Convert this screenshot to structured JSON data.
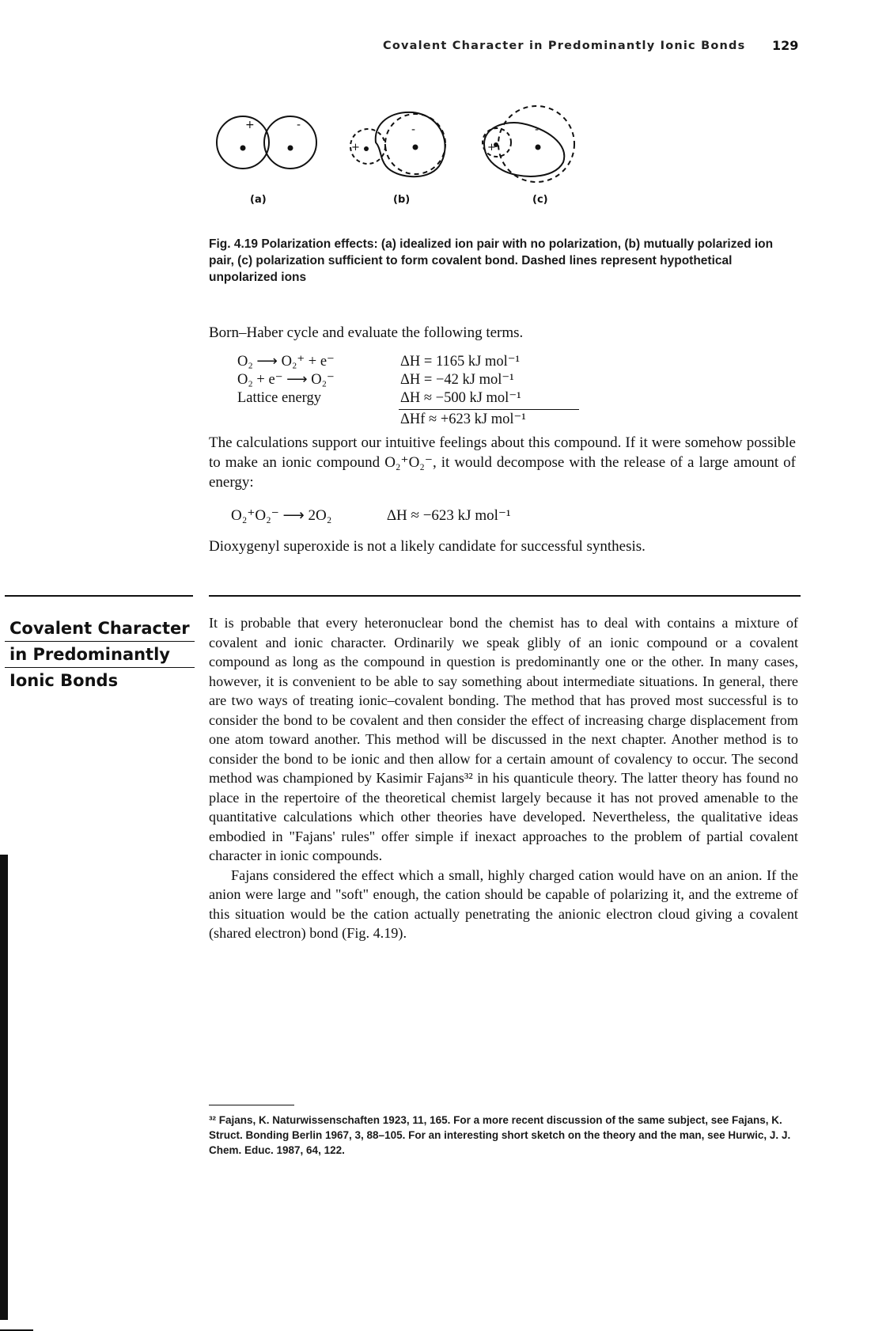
{
  "running_head": "Covalent Character in Predominantly Ionic Bonds",
  "page_number": "129",
  "figure": {
    "panels": [
      "(a)",
      "(b)",
      "(c)"
    ],
    "charges": {
      "plus": "+",
      "minus": "-"
    },
    "caption_label": "Fig. 4.19",
    "caption_text": " Polarization effects: (a) idealized ion pair with no polarization, (b) mutually polarized ion pair, (c) polarization sufficient to form covalent bond. Dashed lines represent hypothetical unpolarized ions"
  },
  "intro_text": "Born–Haber cycle and evaluate the following terms.",
  "equations": [
    {
      "reaction": "O₂ ⟶ O₂⁺ + e⁻",
      "enthalpy": "ΔH =  1165 kJ mol⁻¹"
    },
    {
      "reaction": "O₂ + e⁻ ⟶ O₂⁻",
      "enthalpy": "ΔH =  −42 kJ mol⁻¹"
    },
    {
      "reaction": "Lattice energy",
      "enthalpy": "ΔH ≈ −500 kJ mol⁻¹"
    },
    {
      "reaction": "",
      "enthalpy": "ΔHf ≈ +623 kJ mol⁻¹"
    }
  ],
  "para1": "The calculations support our intuitive feelings about this compound. If it were somehow possible to make an ionic compound O₂⁺O₂⁻, it would decompose with the release of a large amount of energy:",
  "eq2_reaction": "O₂⁺O₂⁻ ⟶ 2O₂",
  "eq2_enthalpy": "ΔH ≈ −623 kJ mol⁻¹",
  "conclusion": "Dioxygenyl superoxide is not a likely candidate for successful synthesis.",
  "section_title": [
    "Covalent Character",
    "in Predominantly",
    "Ionic Bonds"
  ],
  "body_p1": "It is probable that every heteronuclear bond the chemist has to deal with contains a mixture of covalent and ionic character. Ordinarily we speak glibly of an ionic compound or a covalent compound as long as the compound in question is predominantly one or the other. In many cases, however, it is convenient to be able to say something about intermediate situations. In general, there are two ways of treating ionic–covalent bonding. The method that has proved most successful is to consider the bond to be covalent and then consider the effect of increasing charge displacement from one atom toward another. This method will be discussed in the next chapter. Another method is to consider the bond to be ionic and then allow for a certain amount of covalency to occur. The second method was championed by Kasimir Fajans³² in his quanticule theory. The latter theory has found no place in the repertoire of the theoretical chemist largely because it has not proved amenable to the quantitative calculations which other theories have developed. Nevertheless, the qualitative ideas embodied in \"Fajans' rules\" offer simple if inexact approaches to the problem of partial covalent character in ionic compounds.",
  "body_p2": "Fajans considered the effect which a small, highly charged cation would have on an anion. If the anion were large and \"soft\" enough, the cation should be capable of polarizing it, and the extreme of this situation would be the cation actually penetrating the anionic electron cloud giving a covalent (shared electron) bond (Fig. 4.19).",
  "footnote": "³² Fajans, K. Naturwissenschaften 1923, 11, 165. For a more recent discussion of the same subject, see Fajans, K. Struct. Bonding Berlin 1967, 3, 88–105. For an interesting short sketch on the theory and the man, see Hurwic, J. J. Chem. Educ. 1987, 64, 122."
}
